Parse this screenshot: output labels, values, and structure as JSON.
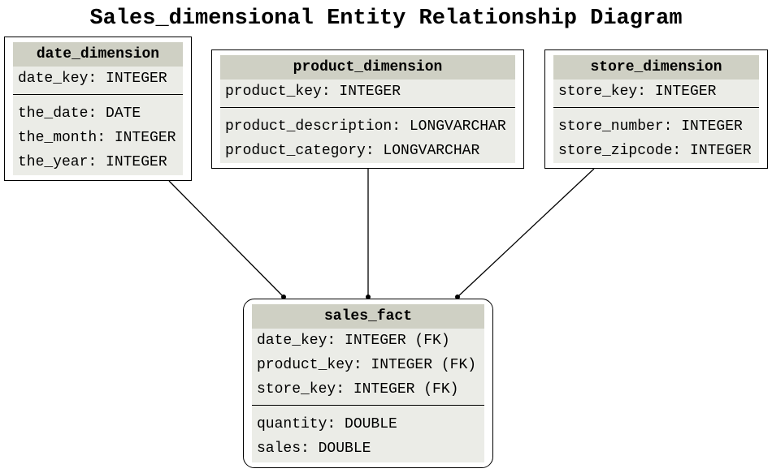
{
  "title": "Sales_dimensional Entity Relationship Diagram",
  "entities": {
    "date_dimension": {
      "name": "date_dimension",
      "keys": [
        "date_key: INTEGER"
      ],
      "fields": [
        "the_date: DATE",
        "the_month: INTEGER",
        "the_year: INTEGER"
      ]
    },
    "product_dimension": {
      "name": "product_dimension",
      "keys": [
        "product_key: INTEGER"
      ],
      "fields": [
        "product_description: LONGVARCHAR",
        "product_category: LONGVARCHAR"
      ]
    },
    "store_dimension": {
      "name": "store_dimension",
      "keys": [
        "store_key: INTEGER"
      ],
      "fields": [
        "store_number: INTEGER",
        "store_zipcode: INTEGER"
      ]
    },
    "sales_fact": {
      "name": "sales_fact",
      "keys": [
        "date_key: INTEGER (FK)",
        "product_key: INTEGER (FK)",
        "store_key: INTEGER (FK)"
      ],
      "fields": [
        "quantity: DOUBLE",
        "sales: DOUBLE"
      ]
    }
  },
  "relationships": [
    {
      "from": "date_dimension",
      "to": "sales_fact"
    },
    {
      "from": "product_dimension",
      "to": "sales_fact"
    },
    {
      "from": "store_dimension",
      "to": "sales_fact"
    }
  ]
}
